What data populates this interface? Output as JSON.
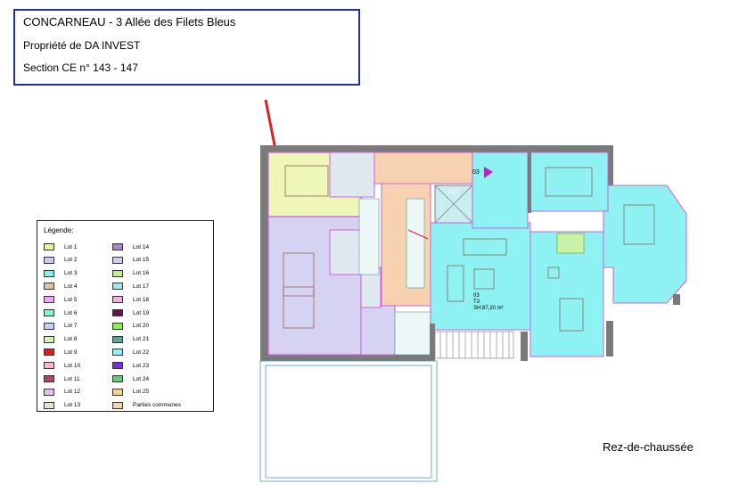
{
  "header": {
    "line1": "CONCARNEAU  - 3 Allée des Filets Bleus",
    "line2": "Propriété de DA INVEST",
    "line3": "Section CE n° 143 - 147"
  },
  "legend": {
    "title": "Légende:",
    "items": [
      {
        "label": "Lot 1",
        "color": "#e6f7a0"
      },
      {
        "label": "Lot 2",
        "color": "#ccc8ef"
      },
      {
        "label": "Lot 3",
        "color": "#86f2ea"
      },
      {
        "label": "Lot 4",
        "color": "#d8c8a8"
      },
      {
        "label": "Lot 5",
        "color": "#f2a8ee"
      },
      {
        "label": "Lot 6",
        "color": "#88f2d6"
      },
      {
        "label": "Lot 7",
        "color": "#c2cff2"
      },
      {
        "label": "Lot 8",
        "color": "#d2f2b8"
      },
      {
        "label": "Lot 9",
        "color": "#d8201a"
      },
      {
        "label": "Lot 10",
        "color": "#f7b6cf"
      },
      {
        "label": "Lot 11",
        "color": "#a8485c"
      },
      {
        "label": "Lot 12",
        "color": "#dbc2ef"
      },
      {
        "label": "Lot 13",
        "color": "#e6e2d4"
      },
      {
        "label": "Lot 14",
        "color": "#b27fd0"
      },
      {
        "label": "Lot 15",
        "color": "#cfcfe8"
      },
      {
        "label": "Lot 16",
        "color": "#c2ee96"
      },
      {
        "label": "Lot 17",
        "color": "#a2e6ef"
      },
      {
        "label": "Lot 18",
        "color": "#f2b2e2"
      },
      {
        "label": "Lot 19",
        "color": "#6a1244"
      },
      {
        "label": "Lot 20",
        "color": "#8af24a"
      },
      {
        "label": "Lot 21",
        "color": "#5aa892"
      },
      {
        "label": "Lot 22",
        "color": "#8ef2f7"
      },
      {
        "label": "Lot 23",
        "color": "#7a2ae0"
      },
      {
        "label": "Lot 24",
        "color": "#6acb7a"
      },
      {
        "label": "Lot 25",
        "color": "#f7d488"
      },
      {
        "label": "Parties communes",
        "color": "#f7d2b0"
      }
    ]
  },
  "plan": {
    "unit_label": "03",
    "unit_info": [
      "03",
      "T3",
      "SH:87,20  m²"
    ],
    "elevator_label": "ASC",
    "colors": {
      "wall": "#7a7a7a",
      "lot1": "#eef7b8",
      "lot2": "#d6d2f2",
      "lot3": "#8ef2f2",
      "common": "#f7d2b0",
      "pink_outline": "#d060d8",
      "arrow": "#e02020"
    }
  },
  "floor_label": "Rez-de-chaussée"
}
